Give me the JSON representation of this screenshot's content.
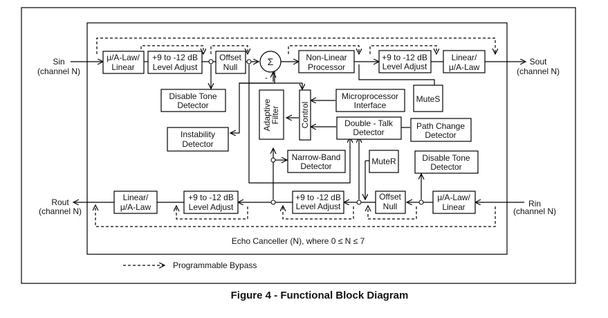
{
  "figure": {
    "caption": "Figure 4 - Functional Block Diagram",
    "container_label": "Echo Canceller (N), where 0 ≤ N ≤ 7",
    "legend": {
      "symbol": "- - - - - ->",
      "label": "Programmable Bypass"
    }
  },
  "ports": {
    "sin": {
      "line1": "Sin",
      "line2": "(channel N)"
    },
    "sout": {
      "line1": "Sout",
      "line2": "(channel N)"
    },
    "rout": {
      "line1": "Rout",
      "line2": "(channel N)"
    },
    "rin": {
      "line1": "Rin",
      "line2": "(channel N)"
    }
  },
  "blocks": {
    "s_law_linear": {
      "line1": "μ/A-Law/",
      "line2": "Linear"
    },
    "s_level_adjust": {
      "line1": "+9 to -12 dB",
      "line2": "Level Adjust"
    },
    "s_offset_null": {
      "line1": "Offset",
      "line2": "Null"
    },
    "summer": {
      "symbol": "Σ",
      "minus": "-"
    },
    "nlp": {
      "line1": "Non-Linear",
      "line2": "Processor"
    },
    "s_out_level_adjust": {
      "line1": "+9 to -12 dB",
      "line2": "Level Adjust"
    },
    "s_linear_law": {
      "line1": "Linear/",
      "line2": "μ/A-Law"
    },
    "s_disable_tone": {
      "line1": "Disable Tone",
      "line2": "Detector"
    },
    "instability": {
      "line1": "Instability",
      "line2": "Detector"
    },
    "adaptive_filter": {
      "line1": "Adaptive",
      "line2": "Filter"
    },
    "control": {
      "label": "Control"
    },
    "microprocessor": {
      "line1": "Microprocessor",
      "line2": "Interface"
    },
    "mutes": {
      "label": "MuteS"
    },
    "double_talk": {
      "line1": "Double - Talk",
      "line2": "Detector"
    },
    "path_change": {
      "line1": "Path Change",
      "line2": "Detector"
    },
    "narrow_band": {
      "line1": "Narrow-Band",
      "line2": "Detector"
    },
    "muter": {
      "label": "MuteR"
    },
    "r_disable_tone": {
      "line1": "Disable Tone",
      "line2": "Detector"
    },
    "r_linear_law": {
      "line1": "Linear/",
      "line2": "μ/A-Law"
    },
    "r_out_level_adjust": {
      "line1": "+9 to -12 dB",
      "line2": "Level Adjust"
    },
    "r_level_adjust": {
      "line1": "+9 to -12 dB",
      "line2": "Level Adjust"
    },
    "r_offset_null": {
      "line1": "Offset",
      "line2": "Null"
    },
    "r_law_linear": {
      "line1": "μ/A-Law/",
      "line2": "Linear"
    }
  }
}
